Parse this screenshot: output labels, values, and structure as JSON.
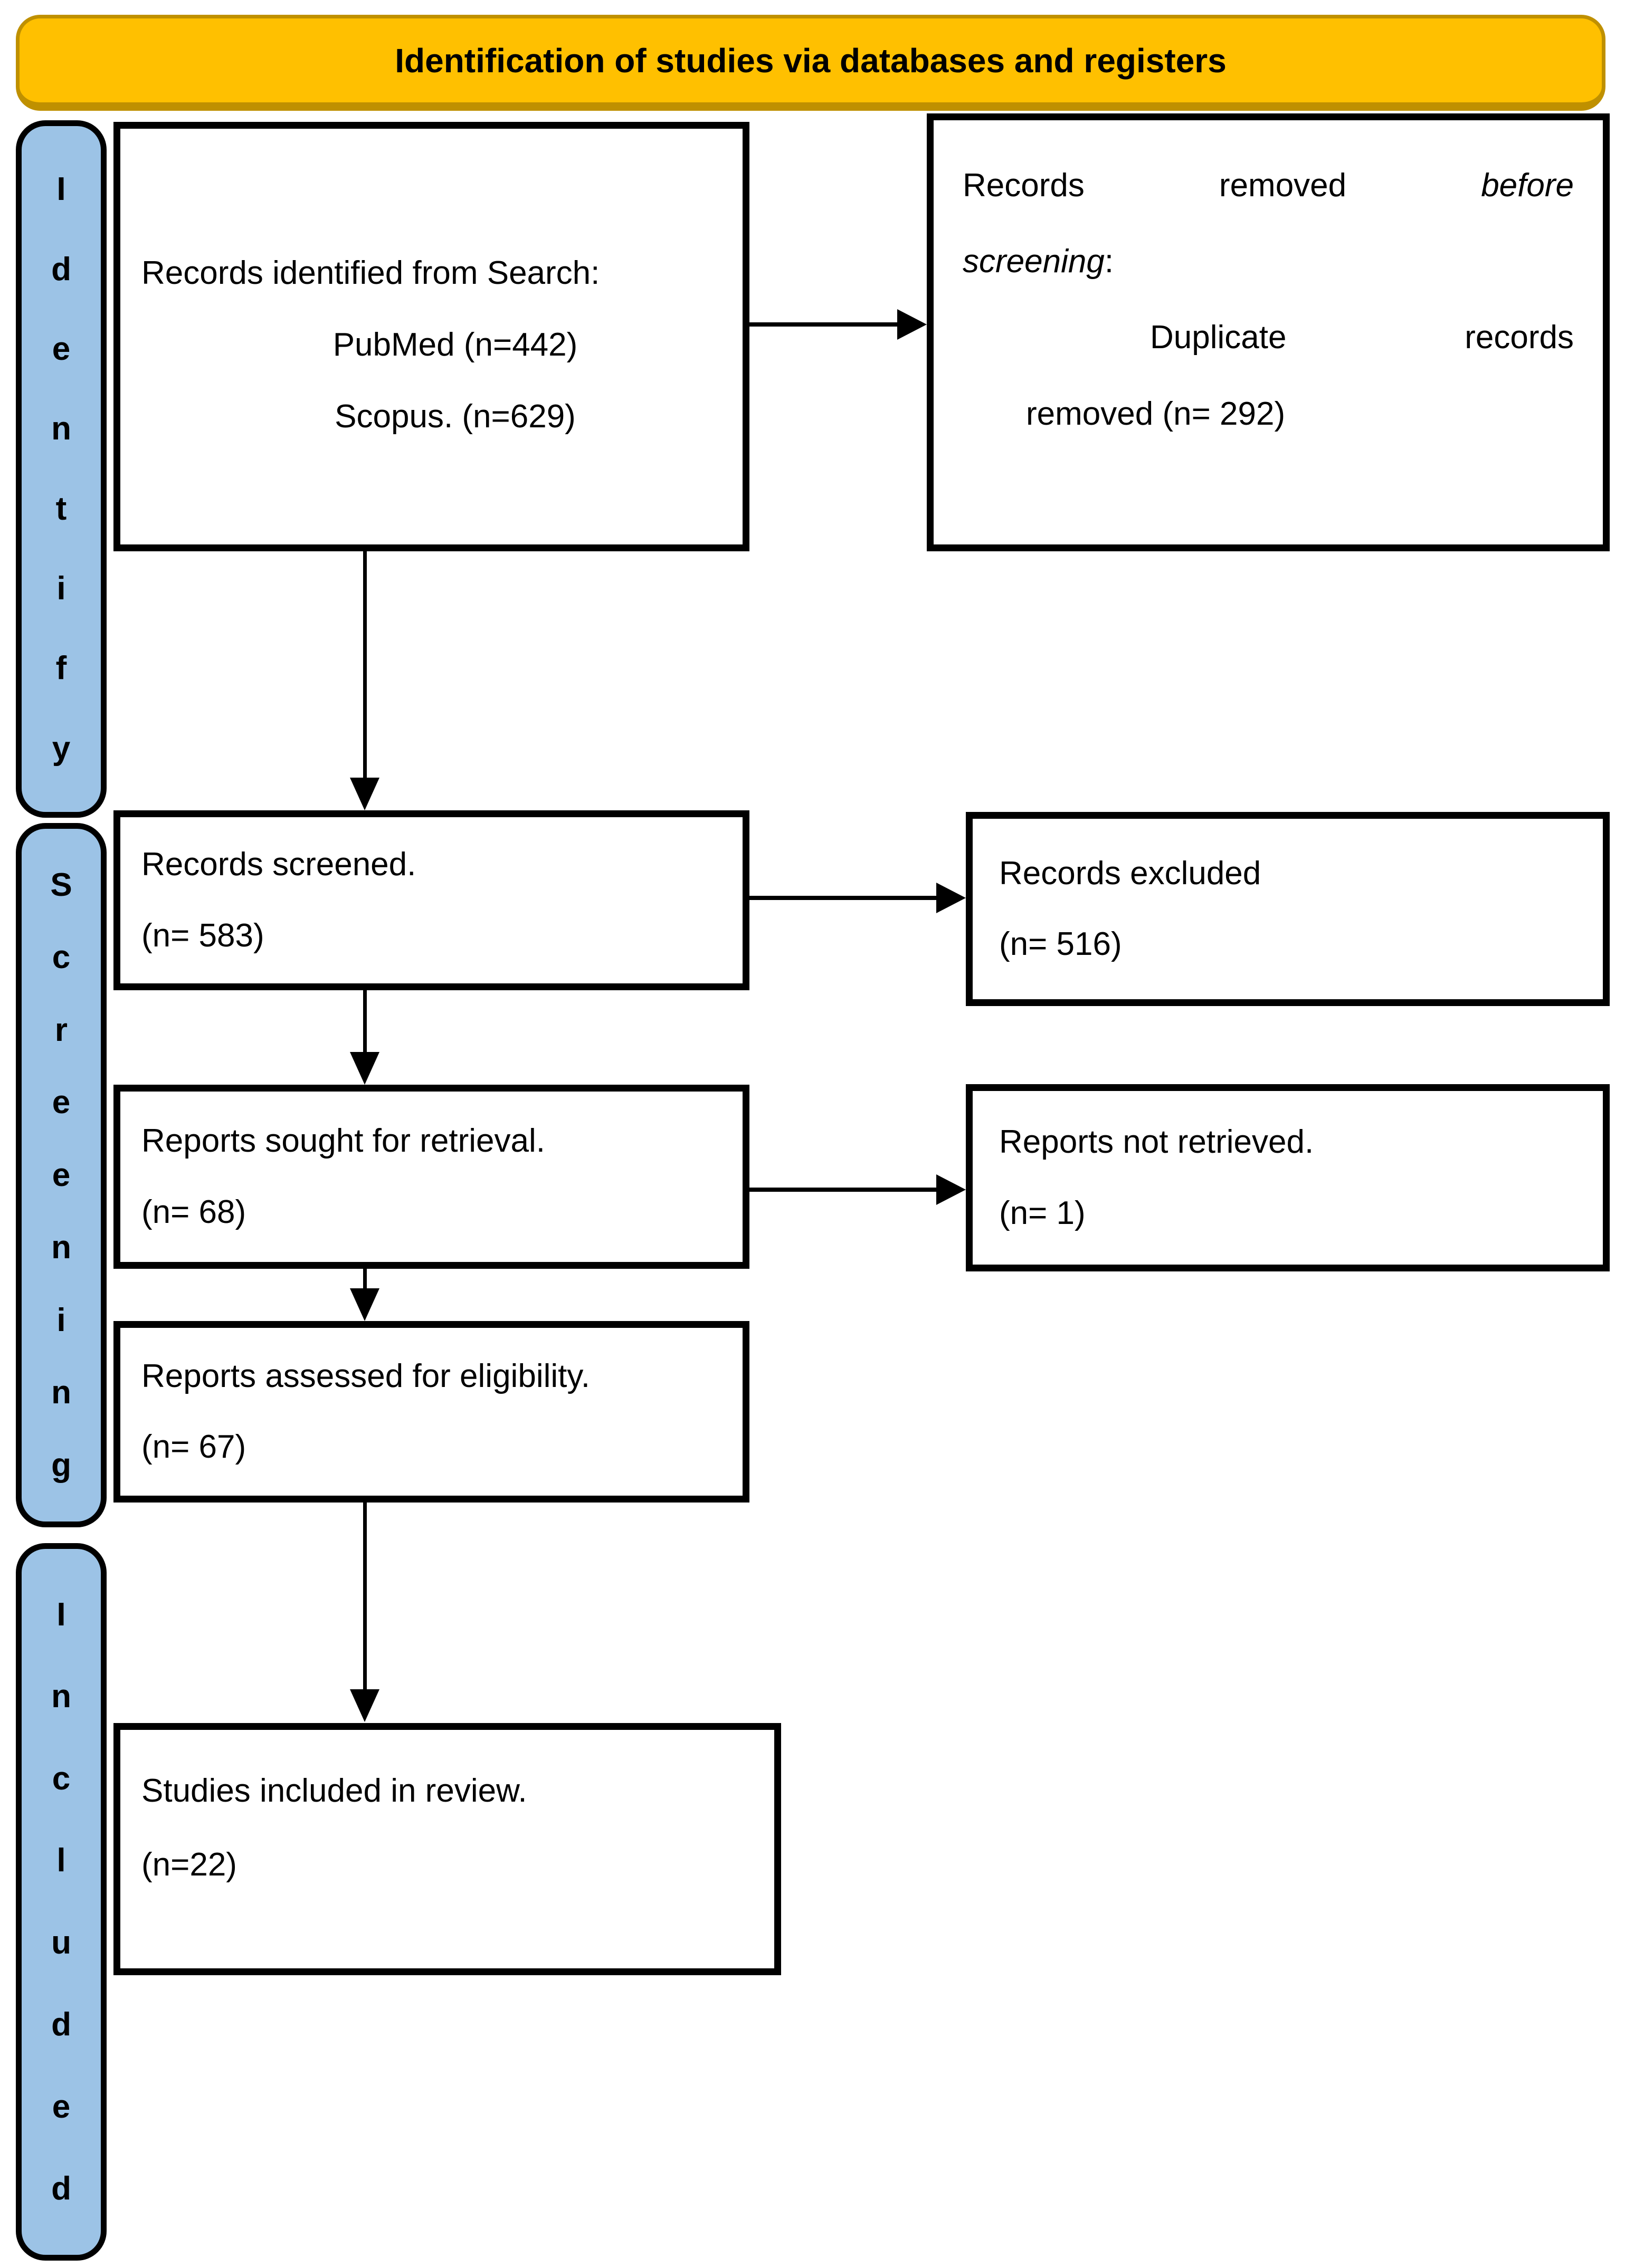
{
  "title": "Identification of studies via databases and registers",
  "sidebars": {
    "identification": {
      "label": "Identify"
    },
    "screening": {
      "label": "Screening"
    },
    "included": {
      "label": "Included"
    }
  },
  "boxes": {
    "records_identified": {
      "title": "Records identified from Search:",
      "sources": [
        "PubMed (n=442)",
        "Scopus. (n=629)"
      ]
    },
    "records_removed": {
      "line1_words": [
        "Records",
        "removed",
        "before"
      ],
      "line2_italic": "screening",
      "line2_suffix": ":",
      "line3_words": [
        "Duplicate",
        "records"
      ],
      "line4": "removed (n= 292)"
    },
    "records_screened": {
      "line1": "Records screened.",
      "line2": "(n= 583)"
    },
    "records_excluded": {
      "line1": "Records excluded",
      "line2": "(n= 516)"
    },
    "reports_sought": {
      "line1": "Reports sought for retrieval.",
      "line2": "(n= 68)"
    },
    "reports_not_retrieved": {
      "line1": "Reports not retrieved.",
      "line2": "(n= 1)"
    },
    "reports_assessed": {
      "line1": "Reports assessed for eligibility.",
      "line2": "(n= 67)"
    },
    "studies_included": {
      "line1": "Studies included in review.",
      "line2": "(n=22)"
    }
  },
  "colors": {
    "banner_bg": "#FFC000",
    "banner_edge": "#BF9000",
    "sidebar_bg": "#9CC3E6",
    "line": "#000000"
  }
}
